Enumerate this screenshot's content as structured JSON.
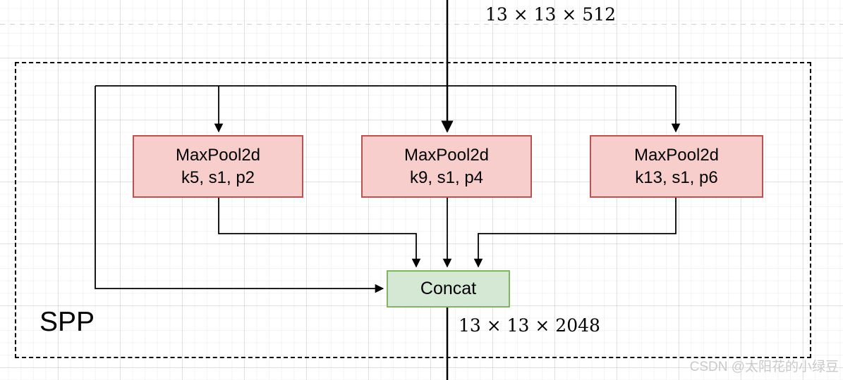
{
  "diagram": {
    "input_shape": "13 × 13 × 512",
    "output_shape": "13 × 13 × 2048",
    "region_label": "SPP",
    "nodes": {
      "maxpool1": {
        "title": "MaxPool2d",
        "params": "k5, s1, p2"
      },
      "maxpool2": {
        "title": "MaxPool2d",
        "params": "k9, s1, p4"
      },
      "maxpool3": {
        "title": "MaxPool2d",
        "params": "k13, s1, p6"
      },
      "concat": {
        "label": "Concat"
      }
    },
    "colors": {
      "pool_fill": "#f8cecc",
      "pool_border": "#b85450",
      "concat_fill": "#d5e8d4",
      "concat_border": "#82b366",
      "line": "#000000"
    },
    "watermark": "CSDN @太阳花的小绿豆"
  }
}
